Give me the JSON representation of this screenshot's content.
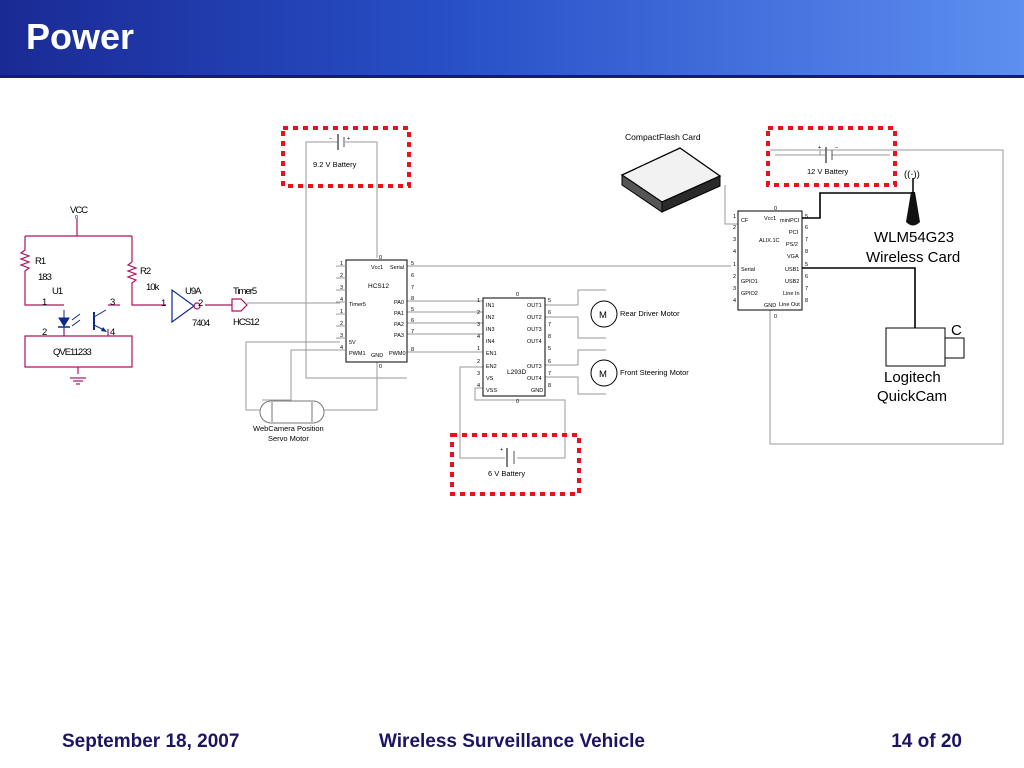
{
  "slide": {
    "title": "Power"
  },
  "footer": {
    "date": "September 18, 2007",
    "center": "Wireless Surveillance Vehicle",
    "page": "14 of 20"
  },
  "diagram": {
    "batteries": {
      "b92": "9.2 V Battery",
      "b12": "12 V Battery",
      "b6": "6 V Battery",
      "plus": "+",
      "minus": "−"
    },
    "sensor": {
      "vcc": "VCC",
      "vcc_pin": "0",
      "r1": "R1",
      "r1_val": "183",
      "r2": "R2",
      "r2_val": "10k",
      "u1": "U1",
      "u1_pin1": "1",
      "u1_pin2": "2",
      "u1_pin3": "3",
      "u1_pin4": "4",
      "part": "QVE11233",
      "inv": "U9A",
      "inv_part": "7404",
      "inv_pin1": "1",
      "inv_pin2": "2",
      "port_name": "Timer5",
      "port_dest": "HCS12"
    },
    "hcs12": {
      "name": "HCS12",
      "top_pin": "0",
      "bottom_pin": "0",
      "left_labels": [
        "Vcc1",
        "Timer5",
        "5V",
        "PWM1"
      ],
      "right_labels": [
        "Serial",
        "PA0",
        "PA1",
        "PA2",
        "PA3",
        "PWM0"
      ],
      "gnd": "GND",
      "left_pins": [
        "1",
        "2",
        "3",
        "4",
        "1",
        "2",
        "3",
        "4"
      ],
      "right_pins": [
        "5",
        "6",
        "7",
        "8",
        "5",
        "6",
        "7",
        "8"
      ]
    },
    "l293d": {
      "name": "L293D",
      "top_pin": "0",
      "bottom_pin": "0",
      "left_labels": [
        "IN1",
        "IN2",
        "IN3",
        "IN4",
        "EN1",
        "EN2",
        "VS",
        "VSS"
      ],
      "right_labels": [
        "OUT1",
        "OUT2",
        "OUT3",
        "OUT4",
        "OUT3",
        "OUT4",
        "GND"
      ],
      "left_pins": [
        "1",
        "2",
        "3",
        "4",
        "1",
        "2",
        "3",
        "4"
      ],
      "right_pins": [
        "5",
        "6",
        "7",
        "8",
        "5",
        "6",
        "7",
        "8"
      ]
    },
    "alix": {
      "name": "ALIX.1C",
      "top_pin": "0",
      "bottom_pin": "0",
      "left_labels": [
        "CF",
        "Serial",
        "GPIO1",
        "GPIO2"
      ],
      "right_labels": [
        "Vcc1",
        "miniPCI",
        "PCI",
        "PS/2",
        "VGA",
        "USB1",
        "USB2",
        "Line In",
        "Line Out"
      ],
      "gnd": "GND",
      "left_pins": [
        "1",
        "2",
        "3",
        "4",
        "1",
        "2",
        "3",
        "4"
      ],
      "right_pins": [
        "5",
        "6",
        "7",
        "8",
        "5",
        "6",
        "7",
        "8"
      ]
    },
    "motors": {
      "m_symbol": "M",
      "rear": "Rear Driver Motor",
      "front": "Front Steering Motor"
    },
    "servo": {
      "line1": "WebCamera Position",
      "line2": "Servo Motor"
    },
    "cf_card": "CompactFlash Card",
    "wifi": {
      "line1": "WLM54G23",
      "line2": "Wireless Card",
      "wave_glyph": "((·))"
    },
    "camera": {
      "line1": "Logitech",
      "line2": "QuickCam",
      "letter": "C"
    }
  }
}
